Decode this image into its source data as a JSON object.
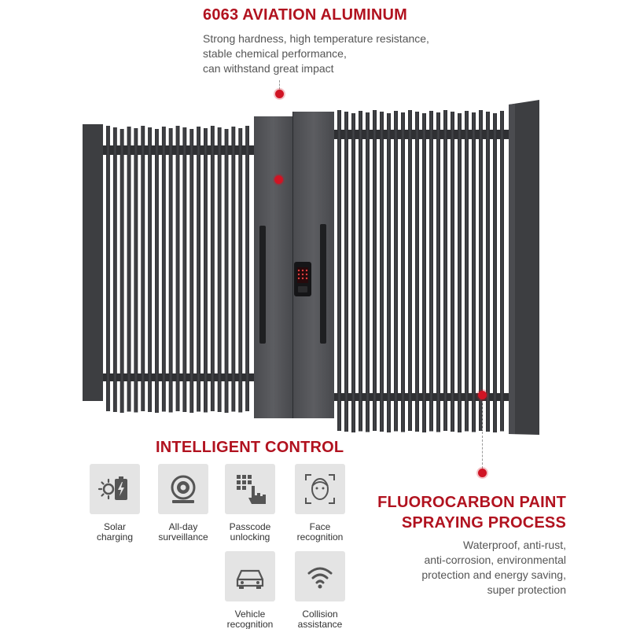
{
  "aluminum": {
    "title": "6063 AVIATION ALUMINUM",
    "desc": [
      "Strong hardness, high temperature resistance,",
      "stable chemical performance,",
      "can withstand great impact"
    ]
  },
  "intelligent": {
    "title": "INTELLIGENT CONTROL",
    "features": [
      {
        "icon": "solar-charging-icon",
        "line1": "Solar",
        "line2": "charging"
      },
      {
        "icon": "surveillance-camera-icon",
        "line1": "All-day",
        "line2": "surveillance"
      },
      {
        "icon": "keypad-hand-icon",
        "line1": "Passcode",
        "line2": "unlocking"
      },
      {
        "icon": "face-scan-icon",
        "line1": "Face",
        "line2": "recognition"
      },
      {
        "icon": "car-icon",
        "line1": "Vehicle",
        "line2": "recognition"
      },
      {
        "icon": "wifi-signal-icon",
        "line1": "Collision",
        "line2": "assistance"
      }
    ]
  },
  "fluorocarbon": {
    "title": [
      "FLUOROCARBON PAINT",
      "SPRAYING PROCESS"
    ],
    "desc": [
      "Waterproof, anti-rust,",
      "anti-corrosion, environmental",
      "protection and energy saving,",
      "super protection"
    ]
  },
  "colors": {
    "accent": "#b1121f",
    "dot": "#d01424",
    "gate": "#3a3b3e",
    "tile": "#e4e4e4"
  }
}
